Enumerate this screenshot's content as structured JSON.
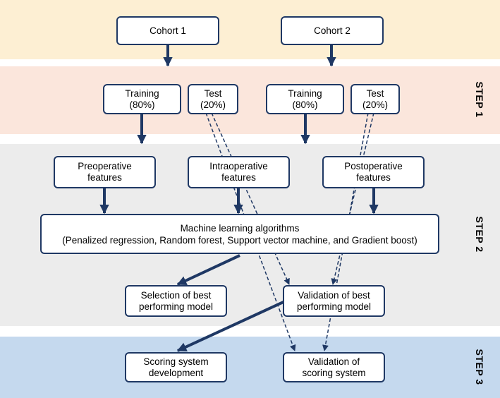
{
  "colors": {
    "band_cohort": "#fdefd3",
    "band_step1": "#fbe6dc",
    "band_step2": "#ececec",
    "band_step3": "#c5d9ee",
    "box_border": "#1f3864",
    "arrow": "#1f3864"
  },
  "steps": {
    "step1": "STEP 1",
    "step2": "STEP 2",
    "step3": "STEP 3"
  },
  "boxes": {
    "cohort1": "Cohort 1",
    "cohort2": "Cohort 2",
    "training1": "Training\n(80%)",
    "test1": "Test\n(20%)",
    "training2": "Training\n(80%)",
    "test2": "Test\n(20%)",
    "preoperative": "Preoperative\nfeatures",
    "intraoperative": "Intraoperative\nfeatures",
    "postoperative": "Postoperative\nfeatures",
    "ml": "Machine learning algorithms\n(Penalized regression, Random forest, Support vector machine, and Gradient boost)",
    "selection": "Selection of best\nperforming model",
    "validation_model": "Validation of best\nperforming model",
    "scoring_dev": "Scoring system\ndevelopment",
    "scoring_val": "Validation of\nscoring system"
  }
}
